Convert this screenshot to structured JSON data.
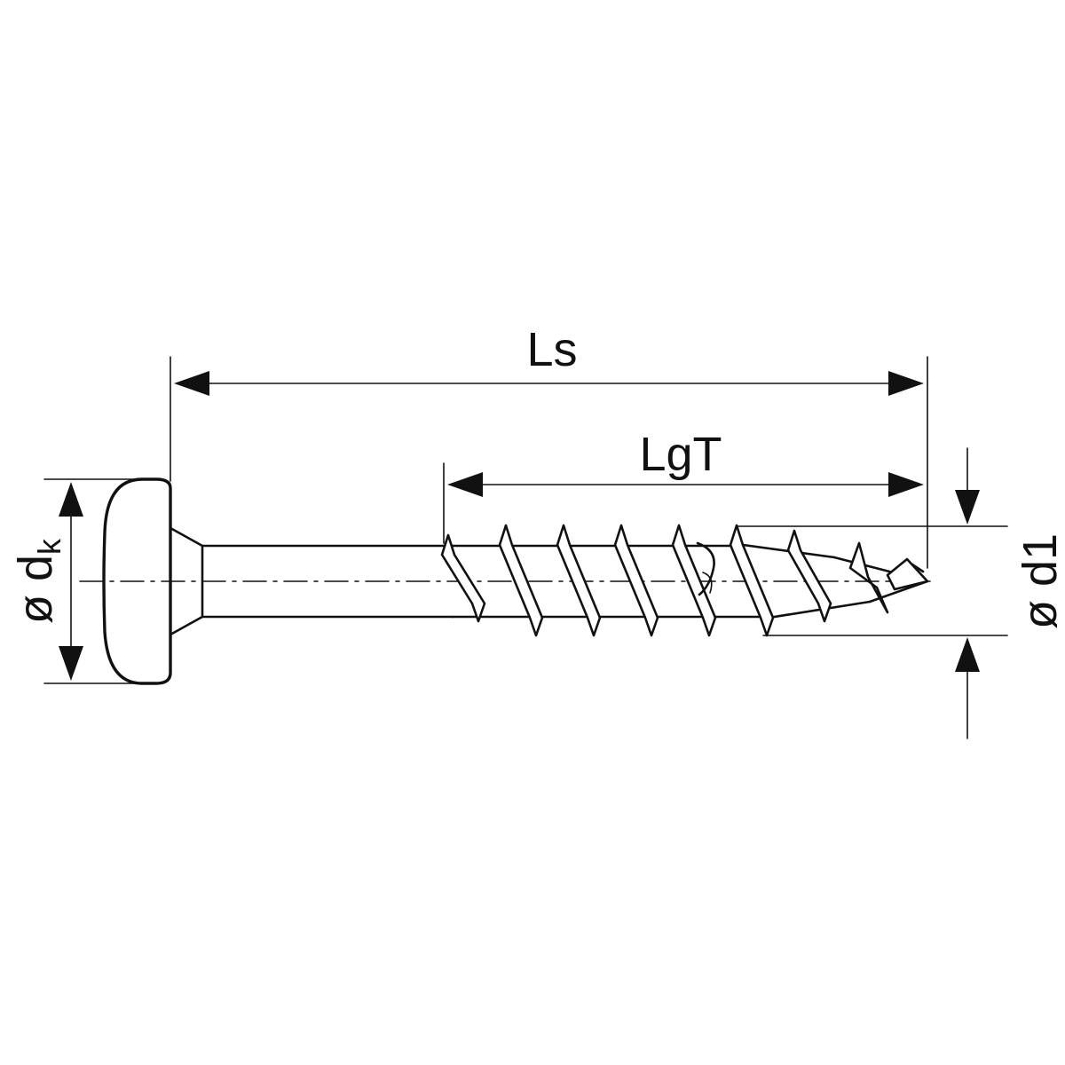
{
  "diagram": {
    "labels": {
      "overall_length": "Ls",
      "thread_length": "LgT",
      "head_diameter_symbol": "ø d",
      "head_diameter_subscript": "k",
      "thread_diameter": "ø d1"
    },
    "colors": {
      "line": "#111111",
      "background": "#ffffff"
    }
  }
}
